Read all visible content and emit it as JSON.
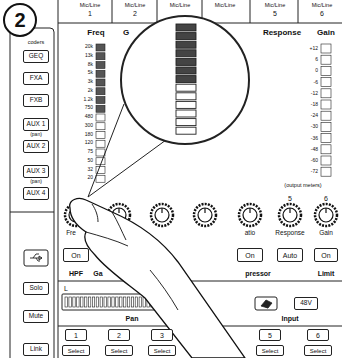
{
  "diagram": {
    "nodes": [
      {
        "text": [
          "2"
        ]
      },
      {
        "text": [
          "GEQ"
        ]
      },
      {
        "text": [
          "FXA"
        ]
      },
      {
        "text": [
          "FXB"
        ]
      },
      {
        "text": [
          "AUX 1"
        ]
      },
      {
        "text": [
          "AUX 2"
        ]
      },
      {
        "text": [
          "AUX 3"
        ]
      },
      {
        "text": [
          "AUX 4"
        ]
      },
      {
        "text": [
          "Solo"
        ]
      },
      {
        "text": [
          "Mute"
        ]
      },
      {
        "text": [
          "Link"
        ]
      },
      {
        "text": [
          "On"
        ]
      },
      {
        "text": [
          "On"
        ]
      },
      {
        "text": [
          "Auto"
        ]
      },
      {
        "text": [
          "On"
        ]
      },
      {
        "text": [
          "48V"
        ]
      },
      {
        "text": [
          "1"
        ]
      },
      {
        "text": [
          "2"
        ]
      },
      {
        "text": [
          "3"
        ]
      },
      {
        "text": [
          "5"
        ]
      },
      {
        "text": [
          "6"
        ]
      },
      {
        "text": [
          "Select"
        ]
      },
      {
        "text": [
          "Select"
        ]
      },
      {
        "text": [
          "Select"
        ]
      },
      {
        "text": [
          "Select"
        ]
      },
      {
        "text": [
          "Select"
        ]
      }
    ],
    "labels": [
      "Mic/Line",
      "1",
      "Mic/Line",
      "2",
      "Mic/Line",
      "Mic/Line",
      "Mic/Line",
      "5",
      "Mic/Line",
      "6",
      "coders",
      "(pan)",
      "(pan)",
      "Freq",
      "G",
      "Response",
      "Gain",
      "20k",
      "13k",
      "8k",
      "5k",
      "3k",
      "2k",
      "1.2k",
      "750",
      "480",
      "300",
      "180",
      "120",
      "75",
      "50",
      "32",
      "20",
      "+12",
      "6",
      "0",
      "-6",
      "-12",
      "-18",
      "-24",
      "-30",
      "-36",
      "-48",
      "-60",
      "-72",
      "(output meters)",
      "5",
      "6",
      "Fre",
      "atio",
      "Response",
      "Gain",
      "HPF",
      "Ga",
      "pressor",
      "Limit",
      "L",
      "Pan",
      "Input"
    ]
  }
}
